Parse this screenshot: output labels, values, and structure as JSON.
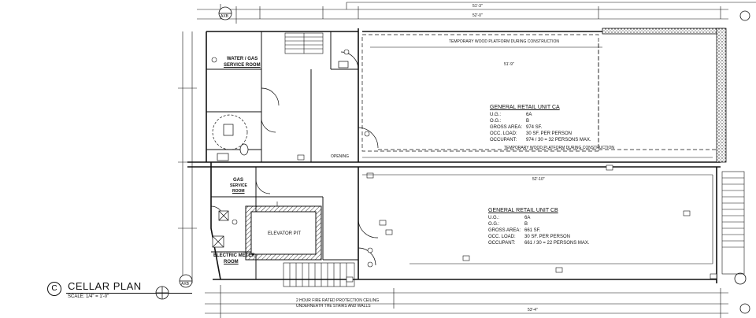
{
  "plan": {
    "title": "CELLAR PLAN",
    "view_letter": "C",
    "scale": "SCALE: 1/4\" = 1'-0\""
  },
  "rooms": {
    "unit_ca": {
      "name": "GENERAL RETAIL UNIT CA",
      "specs": [
        {
          "key": "U.G.:",
          "value": "6A"
        },
        {
          "key": "O.G.:",
          "value": "B"
        },
        {
          "key": "GROSS AREA:",
          "value": "974 SF."
        },
        {
          "key": "OCC. LOAD:",
          "value": "30 SF. PER PERSON"
        },
        {
          "key": "OCCUPANT:",
          "value": "974 / 30 = 32 PERSONS MAX."
        }
      ]
    },
    "unit_cb": {
      "name": "GENERAL RETAIL UNIT CB",
      "specs": [
        {
          "key": "U.G.:",
          "value": "6A"
        },
        {
          "key": "O.G.:",
          "value": "B"
        },
        {
          "key": "GROSS AREA:",
          "value": "661 SF."
        },
        {
          "key": "OCC. LOAD:",
          "value": "30 SF. PER PERSON"
        },
        {
          "key": "OCCUPANT:",
          "value": "661 / 30 = 22 PERSONS MAX."
        }
      ]
    },
    "water_gas": {
      "line1": "WATER / GAS",
      "line2": "SERVICE ROOM"
    },
    "gas_room": {
      "line1": "GAS",
      "line2": "SERVICE",
      "line3": "ROOM"
    },
    "elevator_pit": "ELEVATOR PIT",
    "electric_meter": {
      "line1": "ELECTRIC METER",
      "line2": "ROOM"
    }
  },
  "notes": {
    "temp_platform_top": "TEMPORARY WOOD PLATFORM DURING CONSTRUCTION",
    "temp_platform_mid": "TEMPORARY WOOD PLATFORM DURING CONSTRUCTION",
    "fire_rated": "2 HOUR FIRE RATED PROTECTION CEILING",
    "fire_rated_2": "UNDERNEATH THE STAIRS AND WALLS",
    "opening": "OPENING"
  },
  "markers": {
    "axis_top": "AXB",
    "axis_left": "AXB",
    "dim_top_1": "51'-3\"",
    "dim_top_2": "52'-0\"",
    "dim_mid_1": "51'-9\"",
    "dim_mid_2": "52'-10\"",
    "dim_bot_1": "53'-4\""
  },
  "colors": {
    "ink": "#111111",
    "hatch": "#333333"
  }
}
